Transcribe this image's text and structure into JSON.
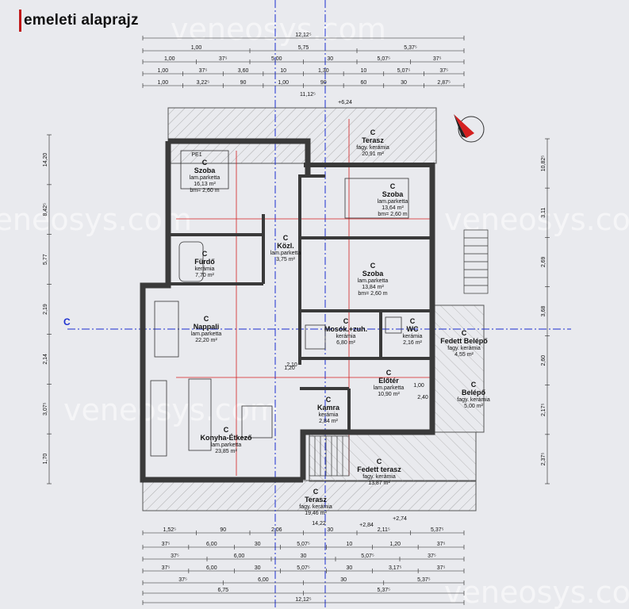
{
  "title": "emeleti alaprajz",
  "watermark": "veneosys.com",
  "compass": {
    "icon": "north-arrow-icon",
    "color": "#d42020"
  },
  "section_marker": "C",
  "colors": {
    "wall": "#3a3a3a",
    "hatch": "#9a9a9a",
    "axis": "#1c2fd0",
    "redline": "#d42020"
  },
  "rooms": [
    {
      "code": "C",
      "name": "Terasz",
      "finish": "fagy. kerámia",
      "area": "20,91 m²",
      "height": ""
    },
    {
      "code": "C",
      "name": "Szoba",
      "finish": "lam.parketta",
      "area": "16,13 m²",
      "height": "bm= 2,60 m"
    },
    {
      "code": "C",
      "name": "Szoba",
      "finish": "lam.parketta",
      "area": "13,64 m²",
      "height": "bm= 2,60 m"
    },
    {
      "code": "C",
      "name": "Közl.",
      "finish": "lam.parketta",
      "area": "3,75 m²",
      "height": ""
    },
    {
      "code": "C",
      "name": "Fürdő",
      "finish": "kerámia",
      "area": "7,70 m²",
      "height": ""
    },
    {
      "code": "C",
      "name": "Szoba",
      "finish": "lam.parketta",
      "area": "13,84 m²",
      "height": "bm= 2,60 m"
    },
    {
      "code": "C",
      "name": "Nappali",
      "finish": "lam.parketta",
      "area": "22,20 m²",
      "height": ""
    },
    {
      "code": "C",
      "name": "Mosók.+zuh.",
      "finish": "kerámia",
      "area": "6,80 m²",
      "height": ""
    },
    {
      "code": "C",
      "name": "WC",
      "finish": "kerámia",
      "area": "2,16 m²",
      "height": ""
    },
    {
      "code": "C",
      "name": "Fedett Belépő",
      "finish": "fagy. kerámia",
      "area": "4,55 m²",
      "height": ""
    },
    {
      "code": "C",
      "name": "Előtér",
      "finish": "lam.parketta",
      "area": "10,90 m²",
      "height": ""
    },
    {
      "code": "C",
      "name": "Belépő",
      "finish": "fagy. kerámia",
      "area": "5,00 m²",
      "height": ""
    },
    {
      "code": "C",
      "name": "Kamra",
      "finish": "kerámia",
      "area": "2,84 m²",
      "height": ""
    },
    {
      "code": "C",
      "name": "Konyha-Étkező",
      "finish": "lam.parketta",
      "area": "23,85 m²",
      "height": ""
    },
    {
      "code": "C",
      "name": "Fedett terasz",
      "finish": "fagy. kerámia",
      "area": "13,87 m²",
      "height": ""
    },
    {
      "code": "C",
      "name": "Terasz",
      "finish": "fagy. kerámia",
      "area": "19,46 m²",
      "height": ""
    }
  ],
  "dims_top": [
    [
      "12,12⁵"
    ],
    [
      "1,00",
      "5,75",
      "5,37⁵"
    ],
    [
      "1,00",
      "37⁵",
      "5,00",
      "30",
      "5,07⁵",
      "37⁵"
    ],
    [
      "1,00",
      "37⁵",
      "3,60",
      "10",
      "1,30",
      "10",
      "5,07⁵",
      "37⁵"
    ],
    [
      "1,00",
      "3,22⁵",
      "90",
      "1,00",
      "90",
      "60",
      "30",
      "2,87⁵"
    ]
  ],
  "dims_bottom": [
    [
      "1,52⁵",
      "90",
      "2,06",
      "30",
      "2,11⁵",
      "5,37⁵"
    ],
    [
      "37⁵",
      "6,00",
      "30",
      "5,07⁵",
      "10",
      "1,20",
      "37⁵"
    ],
    [
      "37⁵",
      "6,00",
      "30",
      "5,07⁵",
      "37⁵"
    ],
    [
      "37⁵",
      "6,00",
      "30",
      "5,07⁵",
      "30",
      "3,17⁵",
      "37⁵"
    ],
    [
      "37⁵",
      "6,00",
      "30",
      "5,37⁵"
    ],
    [
      "6,75",
      "5,37⁵"
    ],
    [
      "12,12⁵"
    ]
  ],
  "dims_left": [
    "14,20",
    "8,42⁵",
    "5,77",
    "2,19",
    "2,14",
    "3,07⁵",
    "1,70"
  ],
  "dims_right": [
    "10,82⁵",
    "3,11",
    "2,69",
    "3,68",
    "2,60",
    "2,17⁵",
    "2,37⁵"
  ],
  "misc_labels": [
    "+6,24",
    "+2,74",
    "+2,84",
    "11,12⁵",
    "14,22",
    "2,10",
    "1,20",
    "2,40",
    "1,00",
    "PE1"
  ]
}
